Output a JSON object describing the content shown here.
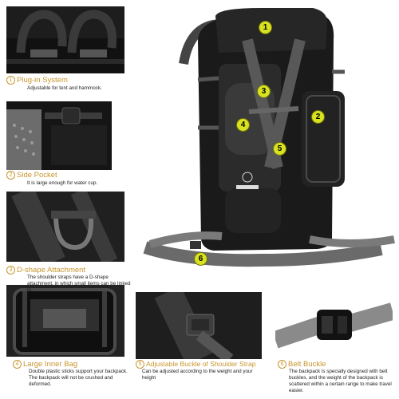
{
  "features": [
    {
      "num": "1",
      "title": "Plug-in System",
      "desc": "Adjustable for tent and hammock."
    },
    {
      "num": "2",
      "title": "Side Pocket",
      "desc": "It is large enough for water cup."
    },
    {
      "num": "3",
      "title": "D-shape Attachment",
      "desc": "The shoulder straps have a D-shape attachment, in which small items can be linked to."
    },
    {
      "num": "4",
      "title": "Large Inner Bag",
      "desc": "Double plastic sticks support your backpack. The backpack will not be crushed and deformed."
    },
    {
      "num": "5",
      "title": "Adjustable Buckle of Shoulder Strap",
      "desc": "Can be adjusted according to the weight and your height"
    },
    {
      "num": "6",
      "title": "Belt Buckle",
      "desc": "The backpack is specially designed with belt buckles, and the weight of the backpack is scattered within a certain range to make travel easier."
    }
  ],
  "markers": [
    "1",
    "2",
    "3",
    "4",
    "5",
    "6"
  ]
}
